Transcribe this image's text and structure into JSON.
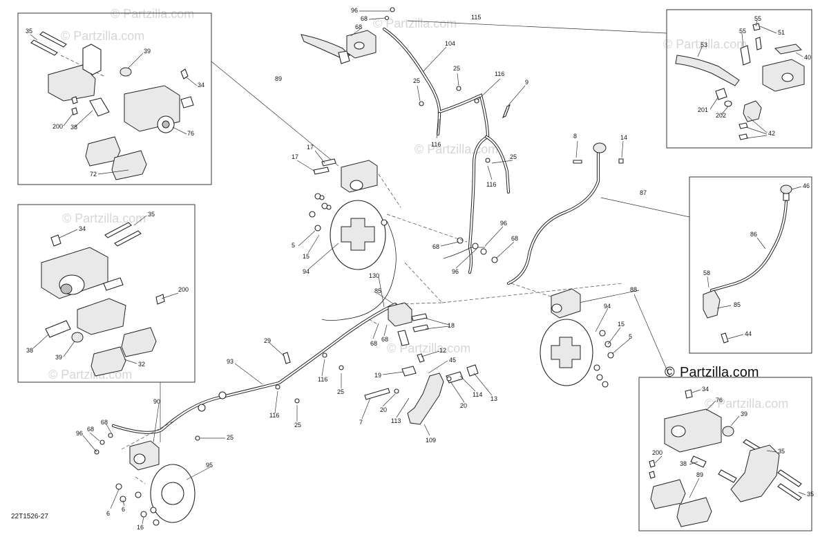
{
  "brand": {
    "name": "Partzilla.com",
    "symbol": "©"
  },
  "watermark": "© Partzilla.com",
  "diagram_ref": "22T1526-27",
  "colors": {
    "line": "#222222",
    "background": "#ffffff",
    "watermark": "#d6d6d6"
  },
  "callouts": [
    "5",
    "6",
    "7",
    "8",
    "9",
    "12",
    "13",
    "14",
    "15",
    "16",
    "17",
    "18",
    "19",
    "20",
    "25",
    "29",
    "32",
    "34",
    "35",
    "38",
    "39",
    "40",
    "42",
    "44",
    "45",
    "46",
    "51",
    "53",
    "55",
    "58",
    "68",
    "72",
    "76",
    "85",
    "86",
    "87",
    "88",
    "89",
    "90",
    "93",
    "94",
    "95",
    "96",
    "104",
    "109",
    "113",
    "114",
    "115",
    "116",
    "130",
    "200",
    "201",
    "202"
  ]
}
